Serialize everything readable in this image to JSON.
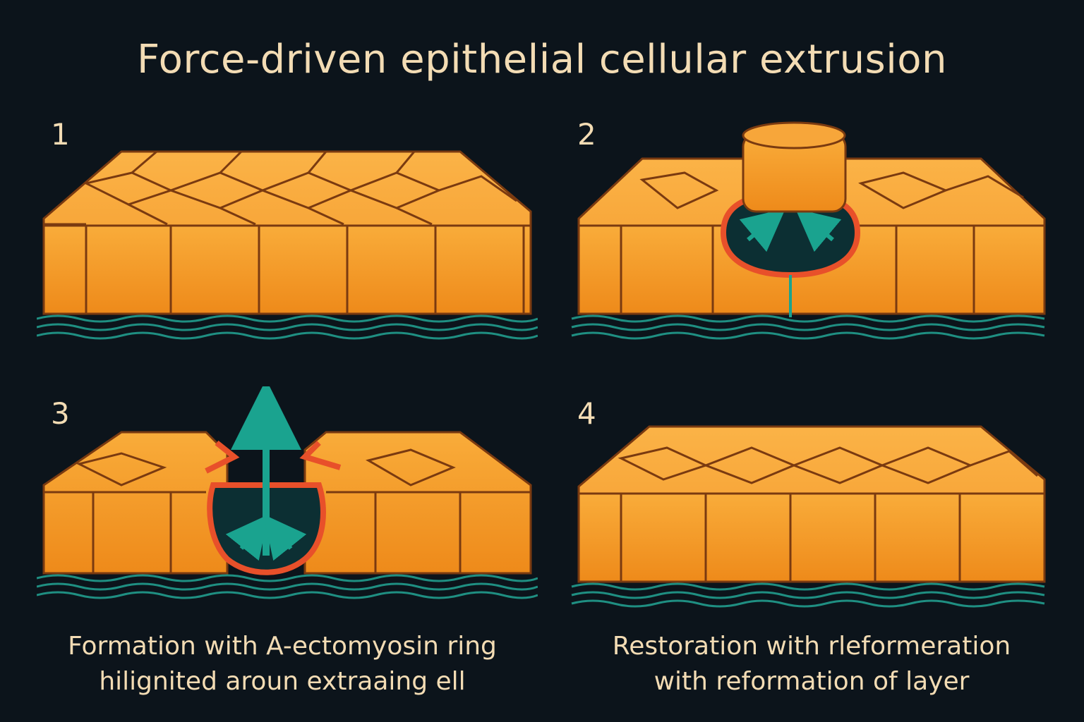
{
  "title": "Force-driven epithelial cellular extrusion",
  "panels": [
    {
      "number": "1"
    },
    {
      "number": "2"
    },
    {
      "number": "3"
    },
    {
      "number": "4"
    }
  ],
  "captions": {
    "left": {
      "line1": "Formation with A-ectomyosin ring",
      "line2": "hilignited aroun extraaing ell"
    },
    "right": {
      "line1": "Restoration with rleformeration",
      "line2": "with reformation of layer"
    }
  },
  "colors": {
    "background": "#0c141b",
    "cell": "#f59a25",
    "cell_edge": "#7a3a10",
    "ring": "#e8502a",
    "teal": "#1aa38f",
    "dark_teal": "#0c2f33",
    "text": "#f3dcb4"
  }
}
